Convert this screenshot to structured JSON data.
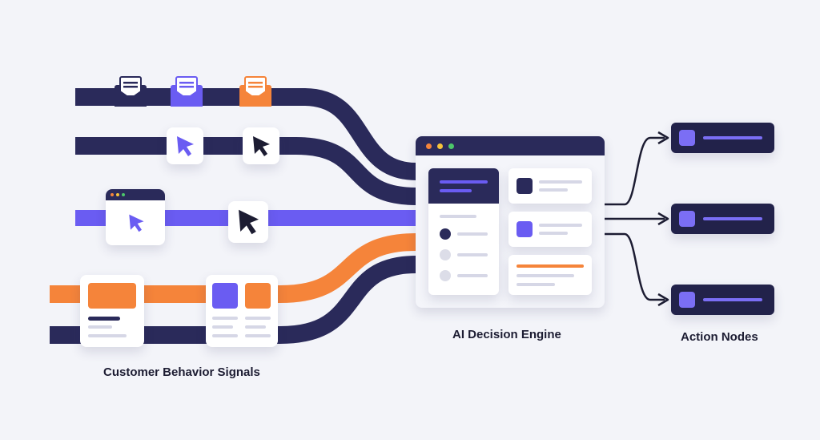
{
  "labels": {
    "signals": "Customer Behavior Signals",
    "engine": "AI Decision Engine",
    "actions": "Action Nodes"
  },
  "colors": {
    "navy": "#2a2a5a",
    "purple": "#6a5cf2",
    "orange": "#f5843a",
    "light_purple": "#7b6ef5",
    "background": "#f3f4f9"
  },
  "icons": {
    "email": "envelope-icon",
    "cursor": "cursor-icon",
    "browser": "browser-window-icon",
    "product": "product-card-icon"
  }
}
